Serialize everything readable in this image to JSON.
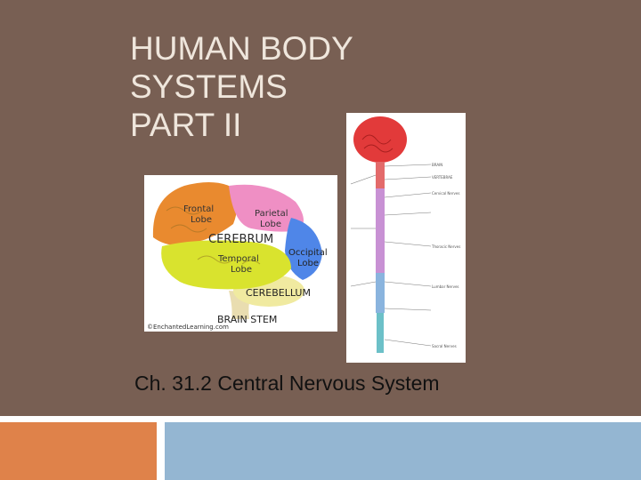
{
  "slide": {
    "title_lines": [
      "HUMAN BODY",
      "SYSTEMS",
      "PART II"
    ],
    "subtitle": "Ch. 31.2 Central Nervous System"
  },
  "brain_image": {
    "labels": {
      "frontal": "Frontal Lobe",
      "frontal_1": "Frontal",
      "frontal_2": "Lobe",
      "parietal_1": "Parietal",
      "parietal_2": "Lobe",
      "cerebrum": "CEREBRUM",
      "occipital_1": "Occipital",
      "occipital_2": "Lobe",
      "temporal_1": "Temporal",
      "temporal_2": "Lobe",
      "cerebellum": "CEREBELLUM",
      "brain_stem": "BRAIN STEM",
      "credit": "©EnchantedLearning.com"
    }
  },
  "spine_image": {
    "labels": {
      "l1": "BRAIN",
      "l2": "VERTEBRAE",
      "l3": "Cervical Nerves",
      "l4": "Thoracic Nerves",
      "l5": "Lumbar Nerves",
      "l6": "Sacral Nerves"
    }
  },
  "colors": {
    "panel": "#785f53",
    "title": "#efe6dc",
    "footer_orange": "#df824a",
    "footer_blue": "#94b6d2"
  }
}
